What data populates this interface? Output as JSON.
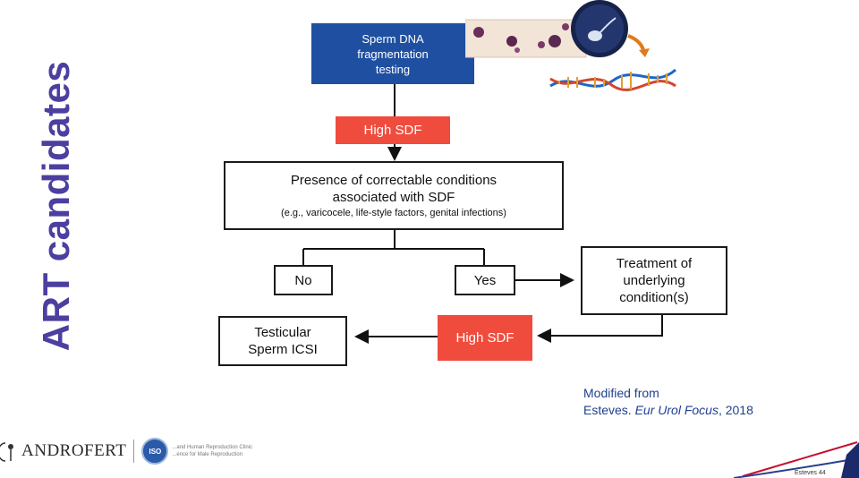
{
  "side_title": "ART candidates",
  "flow": {
    "start": "Sperm DNA fragmentation testing",
    "high_sdf_1": "High SDF",
    "condition": {
      "line1": "Presence of correctable conditions",
      "line2": "associated with SDF",
      "note": "(e.g., varicocele, life-style factors, genital infections)"
    },
    "no": "No",
    "yes": "Yes",
    "treatment": "Treatment of underlying condition(s)",
    "high_sdf_2": "High SDF",
    "result": "Testicular Sperm ICSI"
  },
  "credit": {
    "line1": "Modified from",
    "author": "Esteves.",
    "journal": "Eur Urol Focus",
    "year": ", 2018"
  },
  "footer": {
    "brand": "ANDROFERT",
    "badge": "ISO",
    "tagline1": "...and Human Reproduction Clinic",
    "tagline2": "...ence for Male Reproduction",
    "corner": "Esteves 44"
  },
  "colors": {
    "title": "#4b3fa0",
    "blue_box": "#1f4fa0",
    "red_box": "#f04c3e",
    "credit": "#1f3f8f"
  }
}
